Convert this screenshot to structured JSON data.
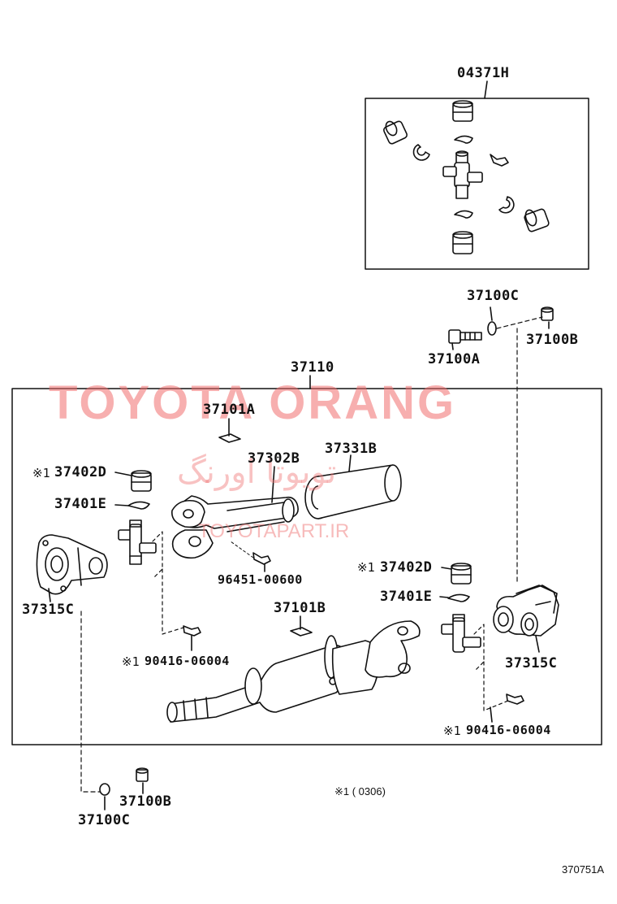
{
  "watermark": {
    "main": "TOYOTA ORANG",
    "persian": "تویوتا اورنگ",
    "url": "TOYOTAPART.IR"
  },
  "labels": {
    "kit": "04371H",
    "washer_top": "37100C",
    "nut_top": "37100B",
    "bolt_top": "37100A",
    "shaft_assy": "37110",
    "plate_a": "37101A",
    "yoke_tube": "37302B",
    "sleeve": "37331B",
    "bearing_left": "37402D",
    "snap_left": "37401E",
    "flange_left": "37315C",
    "grease_fitting": "96451-00600",
    "fitting_left": "90416-06004",
    "plate_b": "37101B",
    "bearing_right": "37402D",
    "snap_right": "37401E",
    "flange_right": "37315C",
    "fitting_right": "90416-06004",
    "nut_bottom": "37100B",
    "washer_bottom": "37100C"
  },
  "marks": {
    "asterisk": "※1"
  },
  "note": {
    "range": "※1 (        0306)"
  },
  "diagram_code": "370751A"
}
